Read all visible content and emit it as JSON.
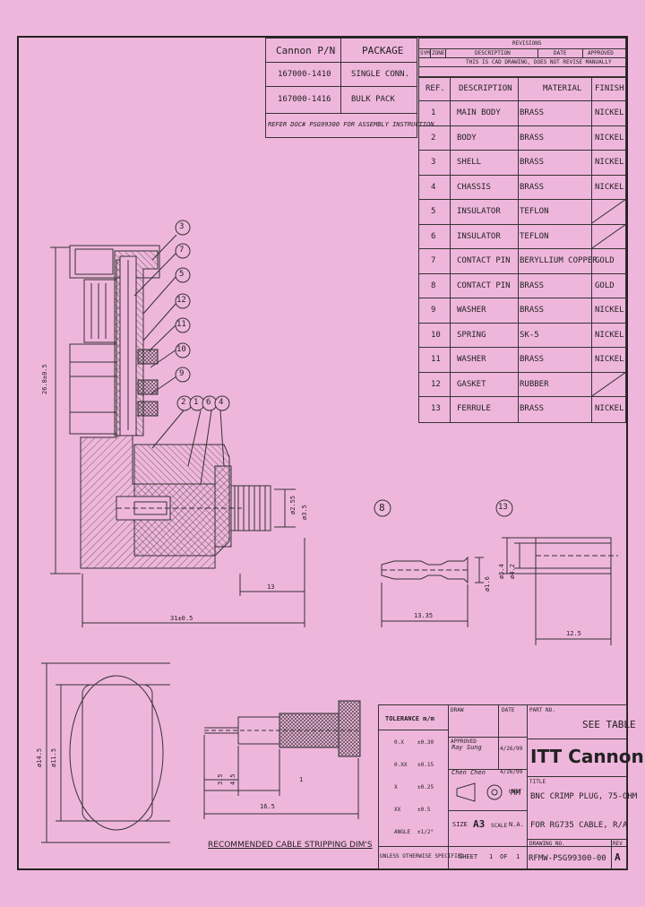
{
  "pn_table": {
    "header_pn": "Cannon P/N",
    "header_pkg": "PACKAGE",
    "rows": [
      {
        "pn": "167000-1410",
        "pkg": "SINGLE CONN."
      },
      {
        "pn": "167000-1416",
        "pkg": "BULK PACK"
      }
    ],
    "note": "REFER DOC# PSG99300 FOR ASSEMBLY INSTRUCTION"
  },
  "revisions": {
    "title": "REVISIONS",
    "col_sym": "SYM",
    "col_zone": "ZONE",
    "col_desc": "DESCRIPTION",
    "col_date": "DATE",
    "col_appr": "APPROVED",
    "note": "THIS IS CAD DRAWING, DOES NOT REVISE MANUALLY"
  },
  "bom": {
    "headers": {
      "ref": "REF.",
      "desc": "DESCRIPTION",
      "mat": "MATERIAL",
      "fin": "FINISH"
    },
    "rows": [
      {
        "ref": "1",
        "desc": "MAIN BODY",
        "mat": "BRASS",
        "fin": "NICKEL"
      },
      {
        "ref": "2",
        "desc": "BODY",
        "mat": "BRASS",
        "fin": "NICKEL"
      },
      {
        "ref": "3",
        "desc": "SHELL",
        "mat": "BRASS",
        "fin": "NICKEL"
      },
      {
        "ref": "4",
        "desc": "CHASSIS",
        "mat": "BRASS",
        "fin": "NICKEL"
      },
      {
        "ref": "5",
        "desc": "INSULATOR",
        "mat": "TEFLON",
        "fin": ""
      },
      {
        "ref": "6",
        "desc": "INSULATOR",
        "mat": "TEFLON",
        "fin": ""
      },
      {
        "ref": "7",
        "desc": "CONTACT PIN",
        "mat": "BERYLLIUM COPPER",
        "fin": "GOLD"
      },
      {
        "ref": "8",
        "desc": "CONTACT PIN",
        "mat": "BRASS",
        "fin": "GOLD"
      },
      {
        "ref": "9",
        "desc": "WASHER",
        "mat": "BRASS",
        "fin": "NICKEL"
      },
      {
        "ref": "10",
        "desc": "SPRING",
        "mat": "SK-5",
        "fin": "NICKEL"
      },
      {
        "ref": "11",
        "desc": "WASHER",
        "mat": "BRASS",
        "fin": "NICKEL"
      },
      {
        "ref": "12",
        "desc": "GASKET",
        "mat": "RUBBER",
        "fin": ""
      },
      {
        "ref": "13",
        "desc": "FERRULE",
        "mat": "BRASS",
        "fin": "NICKEL"
      }
    ]
  },
  "balloons": {
    "stack": [
      "3",
      "7",
      "5",
      "12",
      "11",
      "10",
      "9"
    ],
    "row": [
      "2",
      "1",
      "6",
      "4"
    ],
    "detail_8": "8",
    "detail_13": "13"
  },
  "dims": {
    "height": "26.8±0.5",
    "d255": "ø2.55",
    "d35": "ø3.5",
    "d13": "13",
    "d315": "31±0.5",
    "pin_len": "13.35",
    "pin_d": "ø1.6",
    "ferrule_d1": "ø5.4",
    "ferrule_d2": "ø4.2",
    "ferrule_len": "12.5",
    "oval_1": "ø14.5",
    "oval_2": "ø11.5",
    "strip_a": "4.5",
    "strip_b": "3.5",
    "strip_c": "1",
    "strip_total": "16.5"
  },
  "stripping_title": "RECOMMENDED CABLE STRIPPING DIM'S",
  "title_block": {
    "tolerance_title": "TOLERANCE m/m",
    "tol_rows": [
      {
        "k": "0.X",
        "v": "±0.30"
      },
      {
        "k": "0.XX",
        "v": "±0.15"
      },
      {
        "k": "X",
        "v": "±0.25"
      },
      {
        "k": "XX",
        "v": "±0.5"
      },
      {
        "k": "ANGLE",
        "v": "±1/2°"
      }
    ],
    "unless": "UNLESS OTHERWISE SPECIFIED",
    "draw_label": "DRAW",
    "draw_name": "Ray Sung",
    "draw_date": "4/26/99",
    "check_label": "APPROVED",
    "check_name": "Chen Chen",
    "check_date": "4/26/99",
    "date_label": "DATE",
    "part_no_label": "PART NO.",
    "part_no": "SEE TABLE",
    "company": "ITT Cannon",
    "title_label": "TITLE",
    "title_1": "BNC CRIMP PLUG, 75-OHM",
    "title_2": "FOR RG735 CABLE, R/A",
    "unit_label": "UNIT",
    "unit": "MM",
    "size_label": "SIZE",
    "size": "A3",
    "scale_label": "SCALE",
    "scale": "N.A.",
    "sheet_label": "SHEET",
    "sheet_no": "1",
    "of_label": "OF",
    "sheet_total": "1",
    "drawing_label": "DRAWING NO.",
    "drawing_no": "RFMW-PSG99300-00",
    "rev_label": "REV",
    "rev": "A"
  }
}
